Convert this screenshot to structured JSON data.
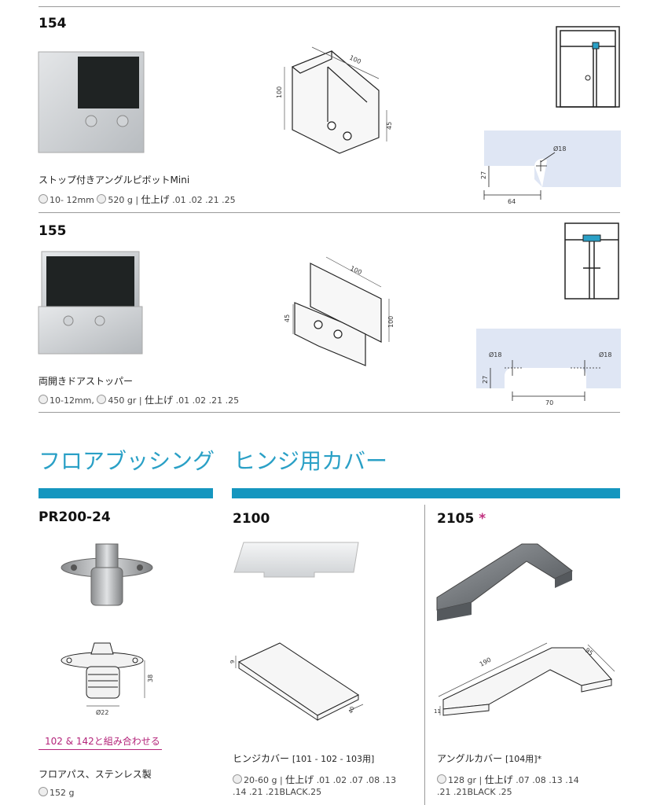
{
  "products_top": [
    {
      "code": "154",
      "name": "ストップ付きアングルピボットMini",
      "thickness": "10- 12mm",
      "weight": "520 g",
      "finish_label": "仕上げ",
      "finish_codes": ".01 .02 .21 .25",
      "dims": {
        "w": "100",
        "h": "100",
        "d": "45"
      },
      "cutout": {
        "dia": "Ø18",
        "h": "27",
        "w": "64"
      }
    },
    {
      "code": "155",
      "name": "両開きドアストッパー",
      "thickness": "10-12mm,",
      "weight": "450 gr",
      "finish_label": "仕上げ",
      "finish_codes": ".01 .02 .21 .25",
      "dims": {
        "w": "100",
        "h": "100",
        "d": "45"
      },
      "cutout": {
        "dia_left": "Ø18",
        "dia_right": "Ø18",
        "h": "27",
        "w": "70"
      }
    }
  ],
  "sections": {
    "floor": "フロアブッシング",
    "hinge": "ヒンジ用カバー"
  },
  "pr200": {
    "code": "PR200-24",
    "dim_h": "38",
    "dim_d": "Ø22",
    "combo_link": "102 & 142と組み合わせる",
    "name": "フロアパス、ステンレス製",
    "weight": "152 g"
  },
  "p2100": {
    "code": "2100",
    "dim_h": "9",
    "dim_w": "40",
    "name": "ヒンジカバー",
    "name_note": "[101 - 102 - 103用]",
    "weight": "20-60 g",
    "finish_label": "仕上げ",
    "finish_line1": ".01 .02 .07 .08 .13",
    "finish_line2": ".14 .21 .21BLACK.25"
  },
  "p2105": {
    "code": "2105",
    "star": "*",
    "dim_long": "190",
    "dim_short": "95",
    "dim_h": "11",
    "name": "アングルカバー",
    "name_note": "[104用]*",
    "weight": "128 gr",
    "finish_label": "仕上げ",
    "finish_line1": ".07 .08 .13 .14",
    "finish_line2": ".21 .21BLACK .25"
  },
  "colors": {
    "accent": "#1596bf",
    "title": "#2aa0c6",
    "link": "#b4247a",
    "cutout_bg": "#dfe6f4"
  }
}
